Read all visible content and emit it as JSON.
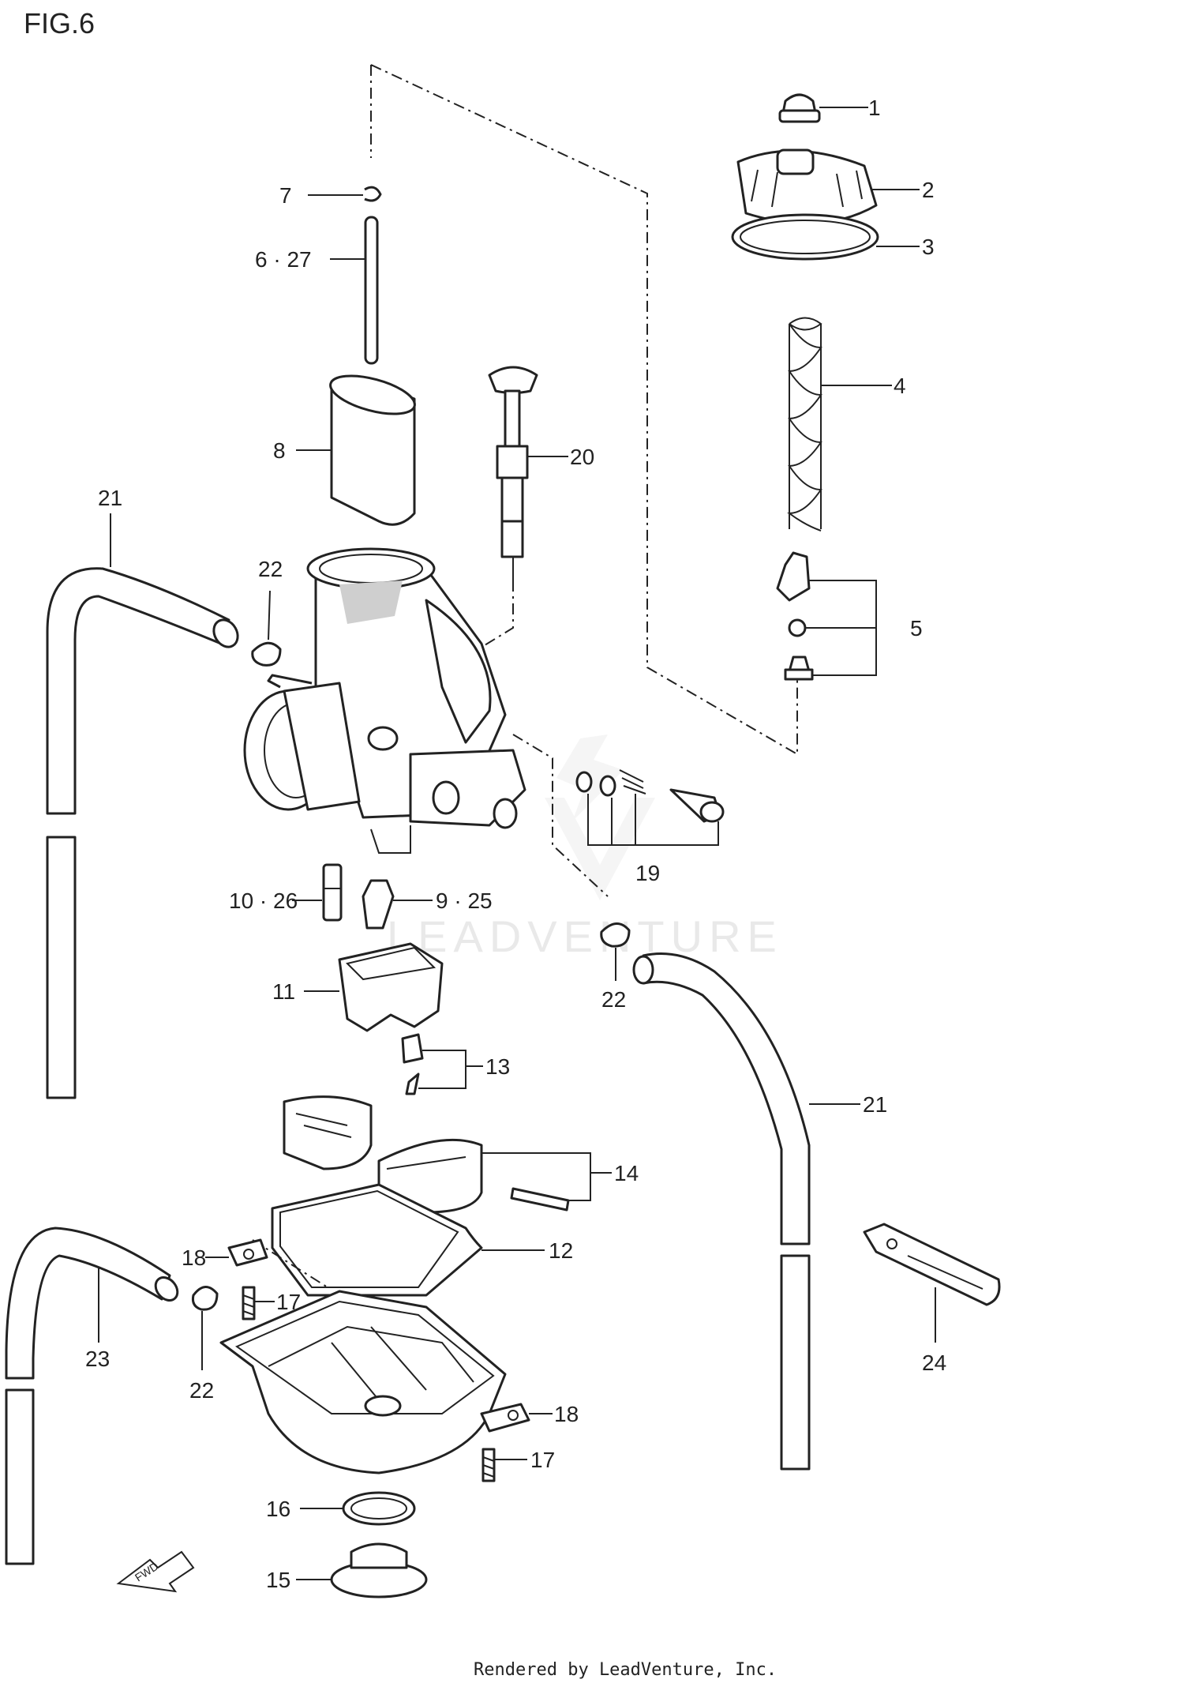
{
  "figure_title": "FIG.6",
  "watermark": "LEADVENTURE",
  "footer_credit": "Rendered by LeadVenture, Inc.",
  "callouts": {
    "c1": "1",
    "c2": "2",
    "c3": "3",
    "c4": "4",
    "c5": "5",
    "c6_27": "6 · 27",
    "c7": "7",
    "c8": "8",
    "c9_25": "9 · 25",
    "c10_26": "10 · 26",
    "c11": "11",
    "c12": "12",
    "c13": "13",
    "c14": "14",
    "c15": "15",
    "c16": "16",
    "c17a": "17",
    "c17b": "17",
    "c18a": "18",
    "c18b": "18",
    "c19": "19",
    "c20": "20",
    "c21a": "21",
    "c21b": "21",
    "c22a": "22",
    "c22b": "22",
    "c22c": "22",
    "c23": "23",
    "c24": "24"
  },
  "fwd_label": "FWD"
}
